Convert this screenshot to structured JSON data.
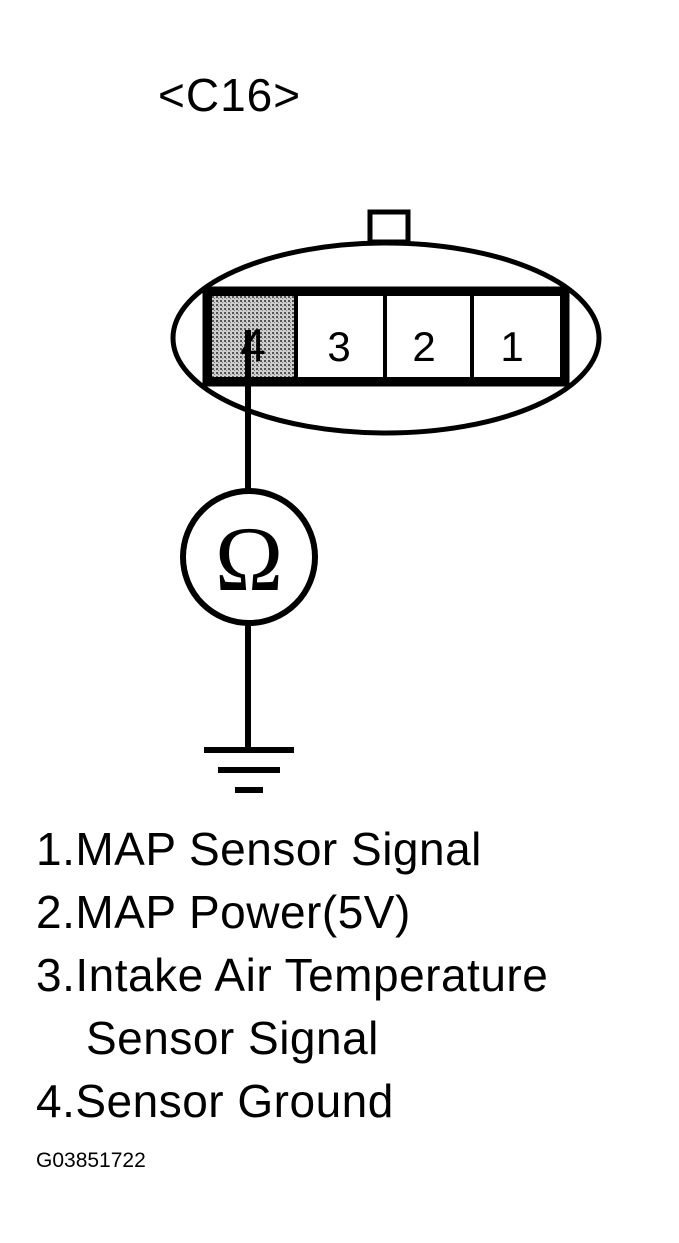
{
  "connector": {
    "label": "<C16>",
    "pins": [
      {
        "number": "4",
        "highlighted": true
      },
      {
        "number": "3",
        "highlighted": false
      },
      {
        "number": "2",
        "highlighted": false
      },
      {
        "number": "1",
        "highlighted": false
      }
    ]
  },
  "meter": {
    "symbol": "Ω",
    "icon": "ohmmeter-icon"
  },
  "ground": {
    "icon": "ground-symbol-icon"
  },
  "legend": {
    "items": [
      "1.MAP Sensor Signal",
      "2.MAP Power(5V)",
      "3.Intake Air Temperature",
      "Sensor Signal",
      "4.Sensor Ground"
    ]
  },
  "figure_code": "G03851722",
  "colors": {
    "line": "#000000",
    "background": "#ffffff",
    "highlighted_pin": "#9a9a9a"
  }
}
